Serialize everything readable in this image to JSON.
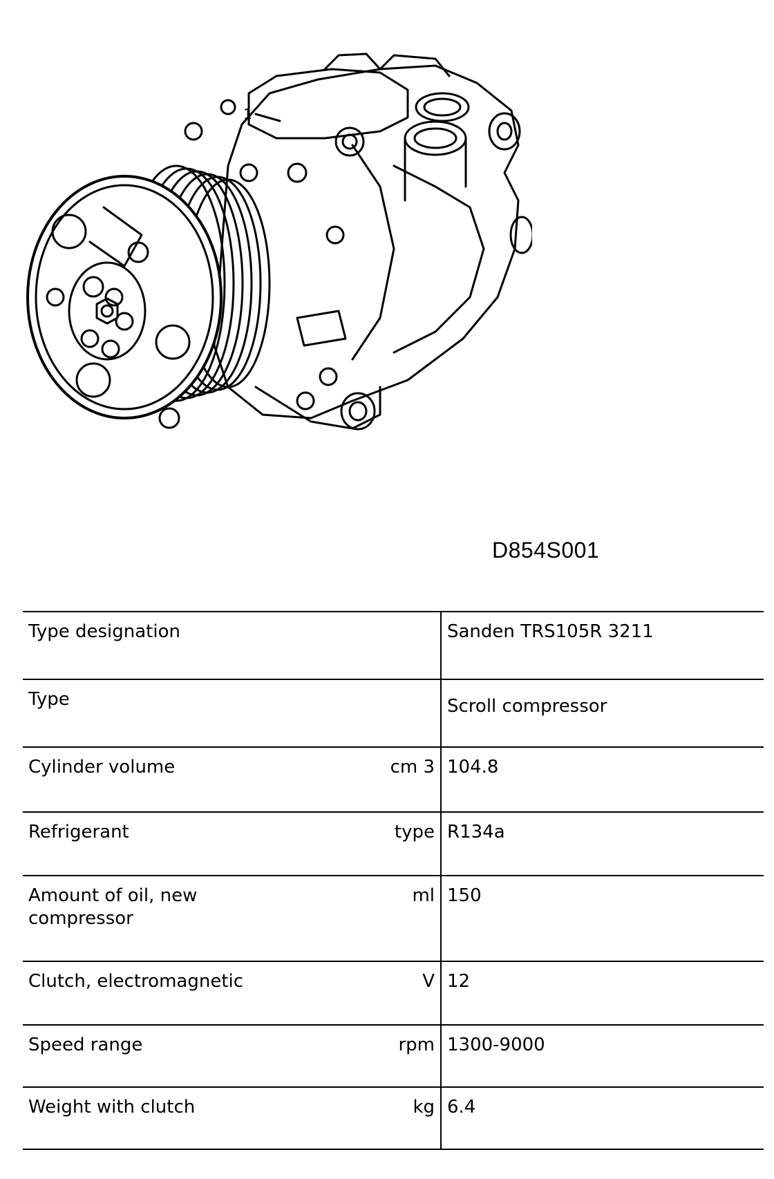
{
  "figure": {
    "callout": "1",
    "code": "D854S001"
  },
  "rows": [
    {
      "label": "Type designation",
      "unit": "",
      "value": "Sanden TRS105R 3211"
    },
    {
      "label": "Type",
      "unit": "",
      "value": "Scroll compressor"
    },
    {
      "label": "Cylinder volume",
      "unit": "cm 3",
      "value": "104.8"
    },
    {
      "label": "Refrigerant",
      "unit": "type",
      "value": "R134a"
    },
    {
      "label": "Amount of oil, new compressor",
      "unit": "ml",
      "value": "150"
    },
    {
      "label": "Clutch, electromagnetic",
      "unit": "V",
      "value": "12"
    },
    {
      "label": "Speed range",
      "unit": "rpm",
      "value": "1300-9000"
    },
    {
      "label": "Weight with clutch",
      "unit": "kg",
      "value": "6.4"
    }
  ]
}
